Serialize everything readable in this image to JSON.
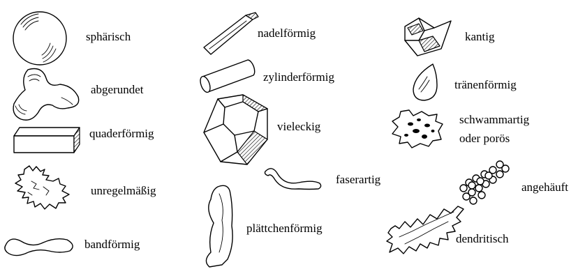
{
  "labels": {
    "spherisch": "sphärisch",
    "abgerundet": "abgerundet",
    "quaderfoermig": "quaderförmig",
    "unregelmaessig": "unregelmäßig",
    "bandfoermig": "bandförmig",
    "nadelfoermig": "nadelförmig",
    "zylinderfoermig": "zylinderförmig",
    "vieleckig": "vieleckig",
    "faserartig": "faserartig",
    "plaettchenfoermig": "plättchenförmig",
    "kantig": "kantig",
    "traenenfoermig": "tränenförmig",
    "schwammartig_line1": "schwammartig",
    "schwammartig_line2": "oder porös",
    "angehaeuft": "angehäuft",
    "dendritisch": "dendritisch"
  },
  "colors": {
    "ink": "#000000",
    "background": "#ffffff"
  }
}
